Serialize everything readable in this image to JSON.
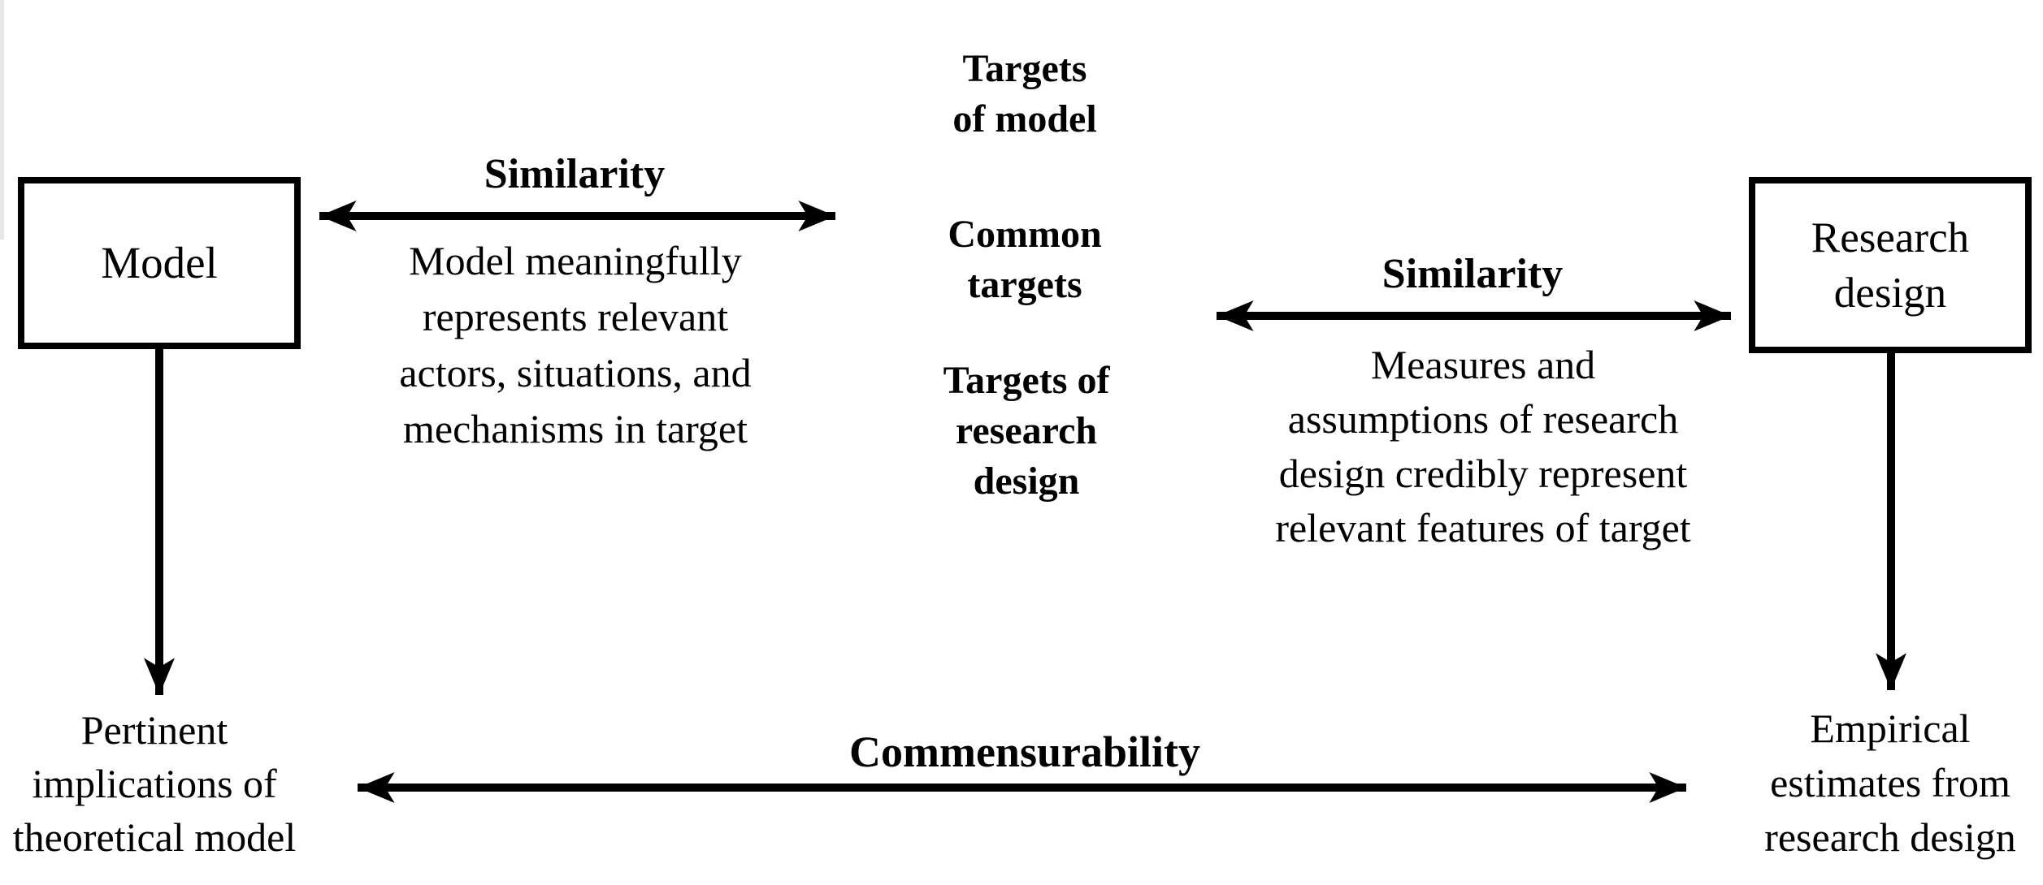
{
  "diagram": {
    "colors": {
      "ink": "#000000",
      "background": "#ffffff"
    },
    "model_box": {
      "label": "Model"
    },
    "research_box": {
      "lines": [
        "Research",
        "design"
      ]
    },
    "left_similarity": {
      "title": "Similarity",
      "lines": [
        "Model meaningfully",
        "represents relevant",
        "actors, situations, and",
        "mechanisms in target"
      ]
    },
    "right_similarity": {
      "title": "Similarity",
      "lines": [
        "Measures and",
        "assumptions of research",
        "design credibly represent",
        "relevant features of target"
      ]
    },
    "center_column": {
      "top": {
        "lines": [
          "Targets",
          "of model"
        ]
      },
      "middle": {
        "lines": [
          "Common",
          "targets"
        ]
      },
      "bottom": {
        "lines": [
          "Targets of",
          "research",
          "design"
        ]
      }
    },
    "commensurability": {
      "title": "Commensurability"
    },
    "bottom_left": {
      "lines": [
        "Pertinent",
        "implications of",
        "theoretical model"
      ]
    },
    "bottom_right": {
      "lines": [
        "Empirical",
        "estimates from",
        "research design"
      ]
    },
    "arrows": {
      "left_similarity_arrow": "horizontal double-headed arrow between Model box and common targets",
      "right_similarity_arrow": "horizontal double-headed arrow between common targets and Research design box",
      "commensurability_arrow": "horizontal double-headed arrow between bottom-left and bottom-right texts",
      "model_down_arrow": "vertical arrow from Model box to Pertinent implications",
      "research_down_arrow": "vertical arrow from Research design box to Empirical estimates"
    }
  }
}
